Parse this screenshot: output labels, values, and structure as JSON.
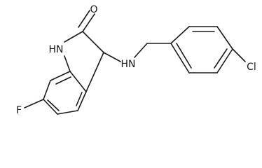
{
  "structure": {
    "atoms": {
      "oxygen": "O",
      "ring_nh": "HN",
      "amine_nh": "HN",
      "chlorine": "Cl",
      "fluorine": "F"
    }
  }
}
